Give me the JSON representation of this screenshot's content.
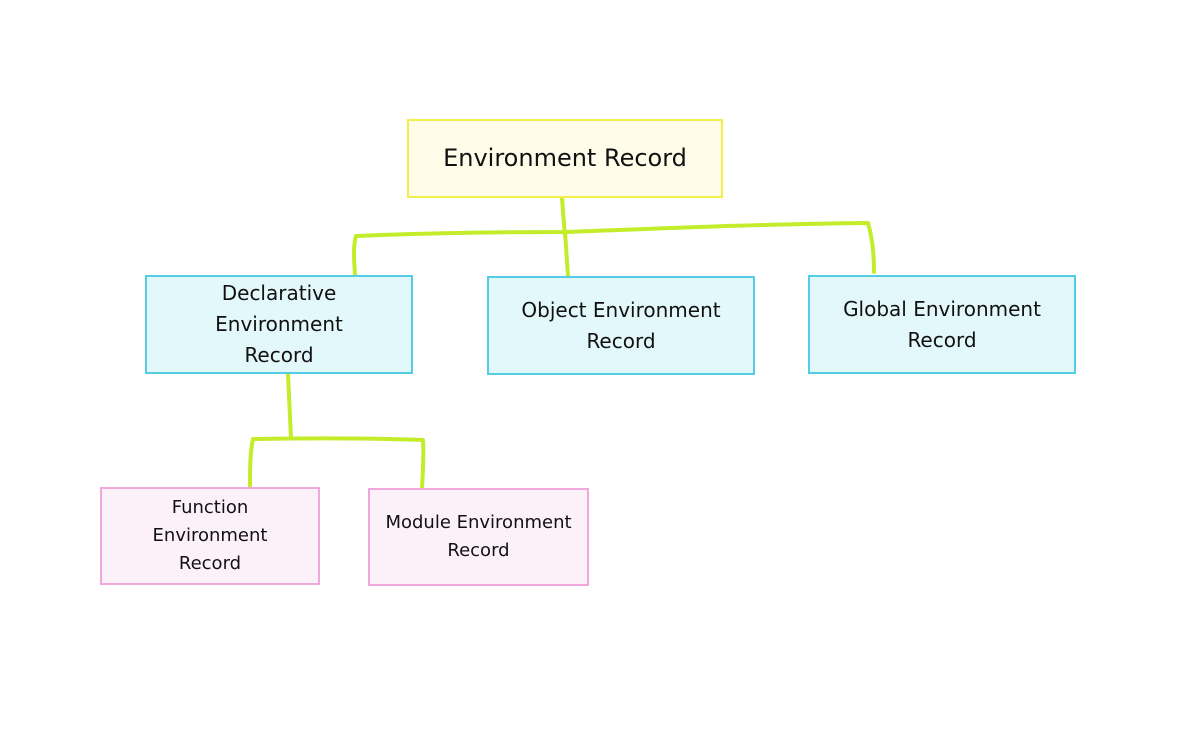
{
  "diagram": {
    "colors": {
      "connector": "#c3ec2a",
      "root_border": "#f2ee4a",
      "root_fill": "#fffde9",
      "mid_border": "#52cde3",
      "mid_fill": "#e3f8fb",
      "leaf_border": "#f0a7dc",
      "leaf_fill": "#fdf1f9"
    },
    "nodes": {
      "environment_record": "Environment Record",
      "declarative_environment_record": "Declarative Environment\nRecord",
      "object_environment_record": "Object Environment\nRecord",
      "global_environment_record": "Global Environment\nRecord",
      "function_environment_record": "Function Environment\nRecord",
      "module_environment_record": "Module Environment\nRecord"
    },
    "edges": [
      {
        "from": "environment_record",
        "to": "declarative_environment_record"
      },
      {
        "from": "environment_record",
        "to": "object_environment_record"
      },
      {
        "from": "environment_record",
        "to": "global_environment_record"
      },
      {
        "from": "declarative_environment_record",
        "to": "function_environment_record"
      },
      {
        "from": "declarative_environment_record",
        "to": "module_environment_record"
      }
    ]
  }
}
